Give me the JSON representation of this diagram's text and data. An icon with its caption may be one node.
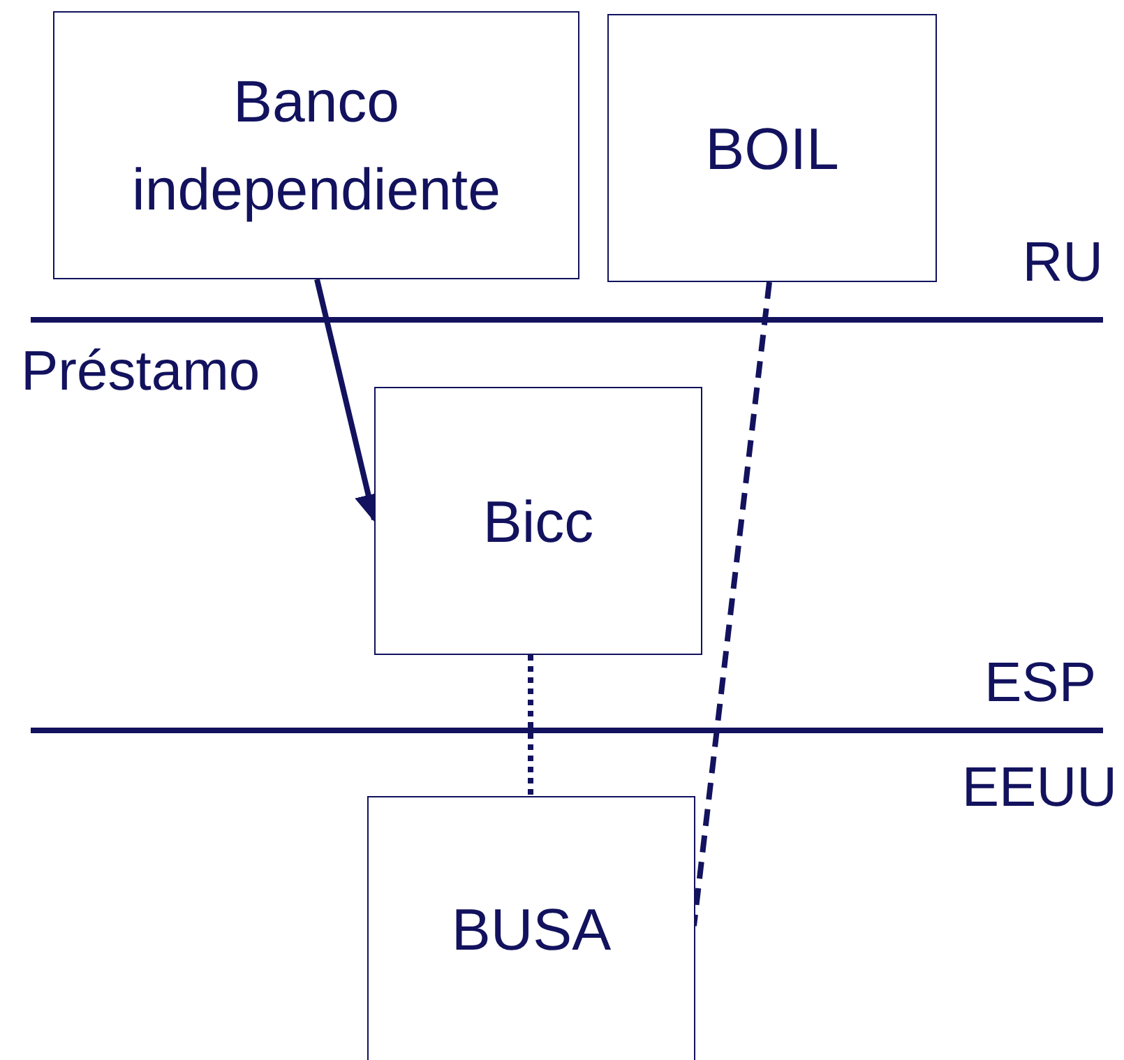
{
  "diagram": {
    "nodes": [
      {
        "text": [
          "Banco independiente"
        ]
      },
      {
        "text": [
          "BOIL"
        ]
      },
      {
        "text": [
          "Bicc"
        ]
      },
      {
        "text": [
          "BUSA"
        ]
      }
    ],
    "edges": [
      {
        "from": 0,
        "to": 2,
        "arrow": "to",
        "label": "Préstamo"
      },
      {
        "from": 1,
        "to": 3,
        "arrow": "none",
        "style": "dashed"
      },
      {
        "from": 2,
        "to": 3,
        "arrow": "none",
        "style": "dashed"
      }
    ],
    "labels": [
      "RU",
      "ESP",
      "EEUU"
    ]
  }
}
